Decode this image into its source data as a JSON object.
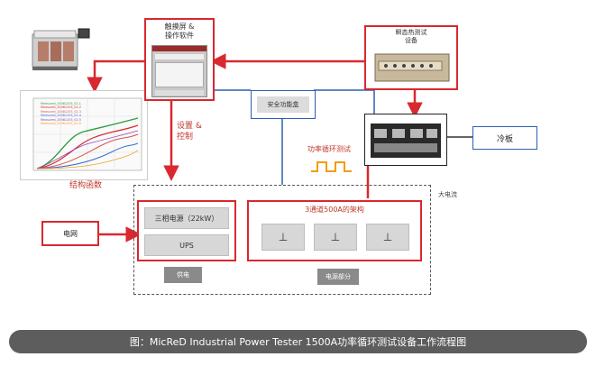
{
  "nodes": {
    "touchscreen": "触摸屏 &\n操作软件",
    "thermal_test_equipment": "瞬态热测试\n设备",
    "safety_circuit": "安全功能盒",
    "settings_control": "设置 &\n控制",
    "power_cycling_test": "功率循环测试",
    "cold_plate": "冷板",
    "structure_curve": "结构函数",
    "high_current": "大电流",
    "three_phase_power": "三相电源（22kW）",
    "ups": "UPS",
    "power_supply": "供电",
    "power_section": "电源部分",
    "grid": "电网",
    "channels": "3通道500A的架构"
  },
  "chart_legend": [
    "Measured_20081203_02-1",
    "Measured_20081203_02-2",
    "Measured_20081203_02-3",
    "Measured_20081203_02-4",
    "Measured_20081203_02-5",
    "Measured_20081203_02-6"
  ],
  "caption": "图：MicReD Industrial Power Tester 1500A功率循环测试设备工作流程图",
  "colors": {
    "accent_red": "#d9282f",
    "blue_line": "#2b5fb0",
    "caption_bg": "#5d5d5d"
  }
}
